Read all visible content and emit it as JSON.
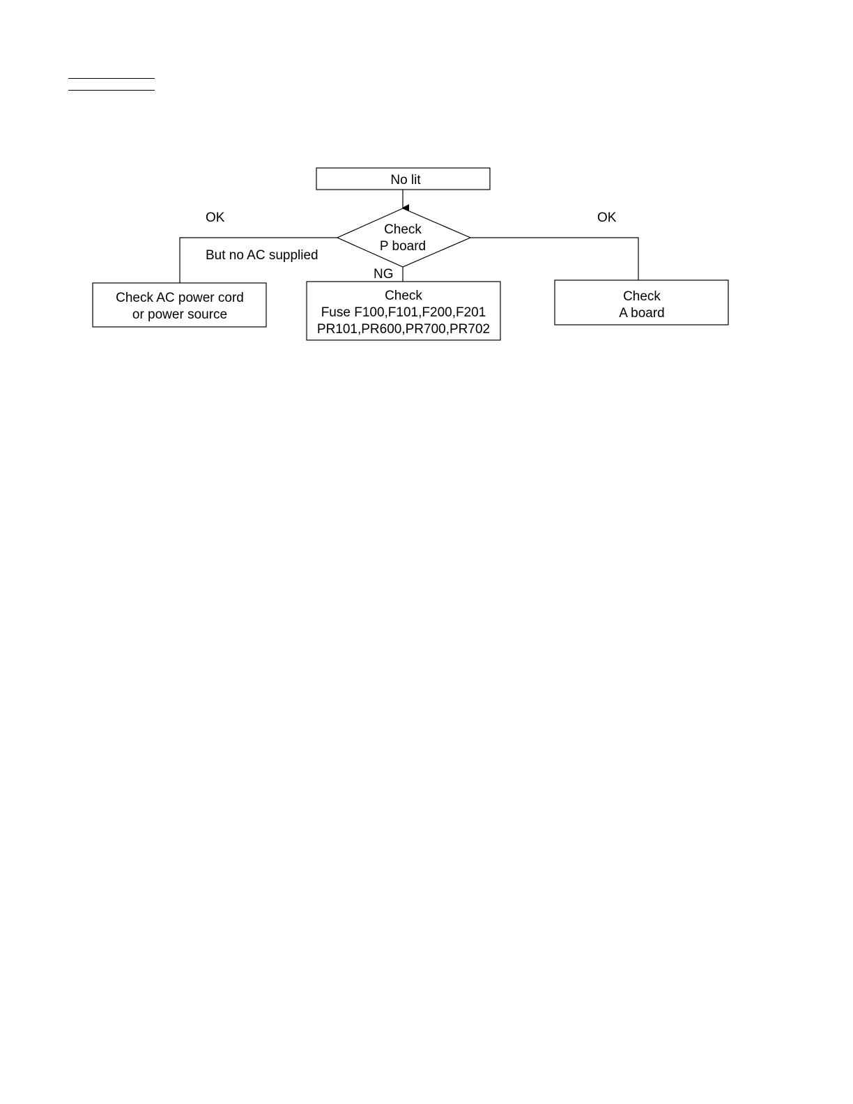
{
  "diagram": {
    "nodes": {
      "start": {
        "label": "No lit"
      },
      "decision": {
        "line1": "Check",
        "line2": "P board"
      },
      "left": {
        "line1": "Check AC power cord",
        "line2": "or power source"
      },
      "center": {
        "line1": "Check",
        "line2": "Fuse F100,F101,F200,F201",
        "line3": "PR101,PR600,PR700,PR702"
      },
      "right": {
        "line1": "Check",
        "line2": "A board"
      }
    },
    "edges": {
      "left_label": "OK",
      "left_sublabel": "But no AC supplied",
      "down_label": "NG",
      "right_label": "OK"
    }
  }
}
